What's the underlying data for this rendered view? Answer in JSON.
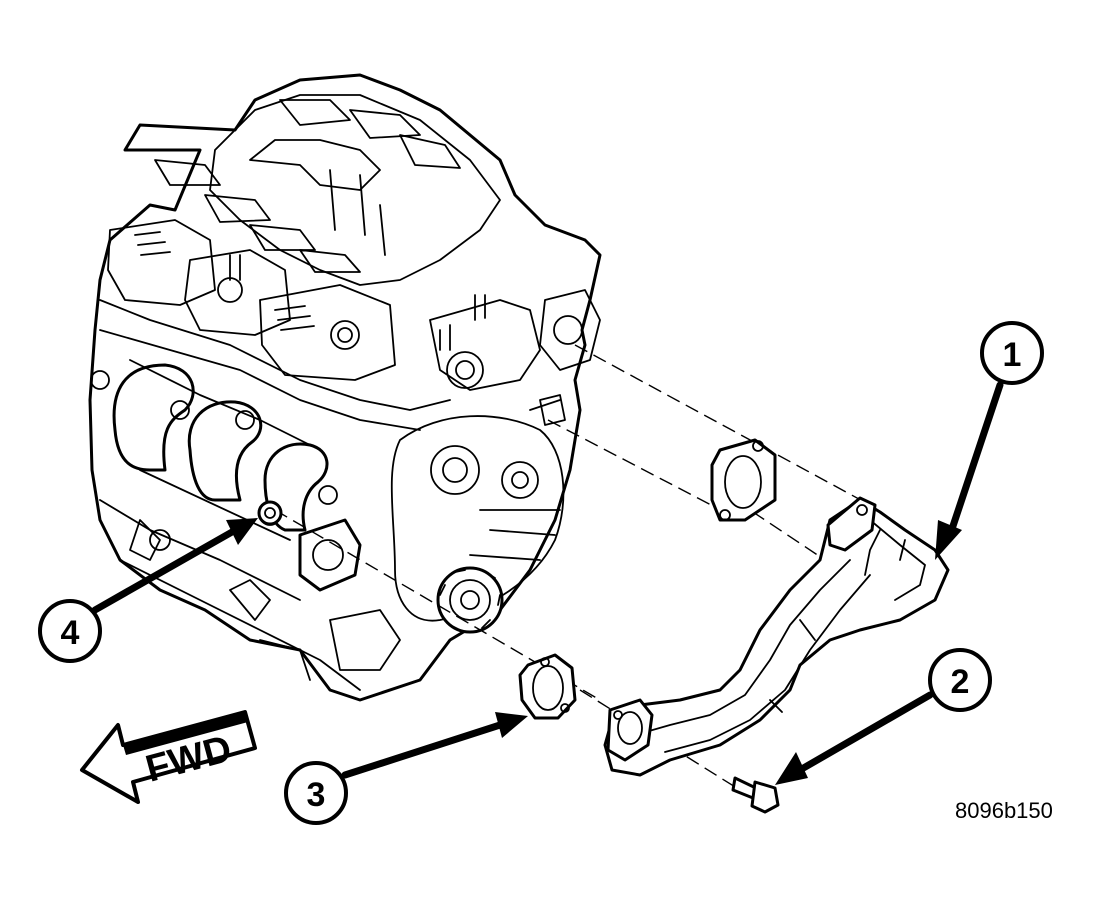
{
  "callouts": [
    {
      "number": "1",
      "part": "exhaust crossover pipe"
    },
    {
      "number": "2",
      "part": "bolt"
    },
    {
      "number": "3",
      "part": "gasket"
    },
    {
      "number": "4",
      "part": "manifold stud"
    }
  ],
  "direction_label": "FWD",
  "figure_id": "8096b150",
  "colors": {
    "line": "#000000",
    "background": "#ffffff"
  }
}
